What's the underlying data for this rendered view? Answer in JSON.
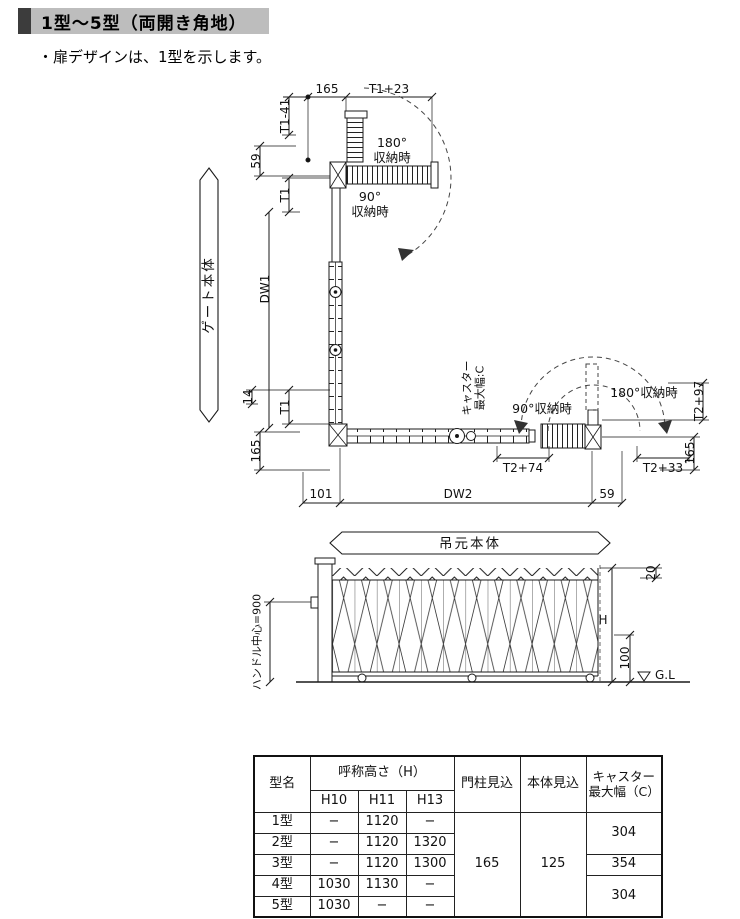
{
  "header": {
    "title": "1型～5型（両開き角地）"
  },
  "note": {
    "text": "・扉デザインは、1型を示します。"
  },
  "diagram": {
    "banners": {
      "gate_body": "ゲート本体",
      "hinge_body": "吊元本体"
    },
    "labels": {
      "storage180_top_line1": "180°",
      "storage180_top_line2": "収納時",
      "storage90_top_line1": "90°",
      "storage90_top_line2": "収納時",
      "storage90_right": "90°収納時",
      "storage180_right": "180°収納時",
      "caster_line1": "キャスター",
      "caster_line2": "最大幅:C",
      "handle_center": "ハンドル中心=900",
      "gl": "G.L"
    },
    "dims": {
      "top_165": "165",
      "t1_plus_23": "T1+23",
      "t1_minus_41": "T1-41",
      "left_59": "59",
      "t1_upper": "T1",
      "dw1": "DW1",
      "t1_lower": "T1",
      "left_14": "14",
      "left_165": "165",
      "bottom_101": "101",
      "dw2": "DW2",
      "bottom_59": "59",
      "t2_plus_74": "T2+74",
      "t2_plus_33": "T2+33",
      "right_165": "165",
      "t2_plus_97": "T2+97",
      "elev_20": "20",
      "elev_h": "H",
      "elev_100": "100"
    }
  },
  "table": {
    "headers": {
      "type": "型名",
      "height_group": "呼称高さ（H）",
      "h10": "H10",
      "h11": "H11",
      "h13": "H13",
      "post_depth": "門柱見込",
      "body_depth": "本体見込",
      "caster_width": "キャスター最大幅（C）"
    },
    "rows": [
      {
        "name": "1型",
        "h10": "−",
        "h11": "1120",
        "h13": "−"
      },
      {
        "name": "2型",
        "h10": "−",
        "h11": "1120",
        "h13": "1320"
      },
      {
        "name": "3型",
        "h10": "−",
        "h11": "1120",
        "h13": "1300"
      },
      {
        "name": "4型",
        "h10": "1030",
        "h11": "1130",
        "h13": "−"
      },
      {
        "name": "5型",
        "h10": "1030",
        "h11": "−",
        "h13": "−"
      }
    ],
    "post_depth_value": "165",
    "body_depth_value": "125",
    "caster_values": [
      "304",
      "354",
      "304"
    ]
  }
}
